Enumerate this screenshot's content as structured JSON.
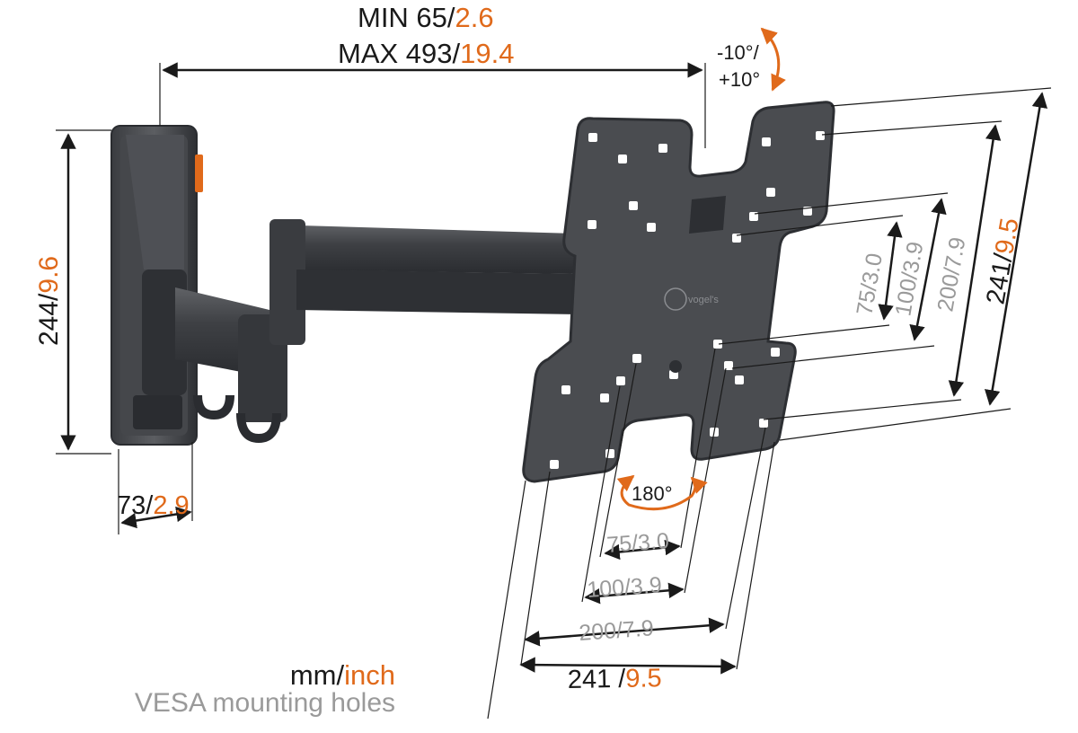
{
  "colors": {
    "dark": "#1a1a1a",
    "orange": "#e06a1b",
    "gray": "#9a9a9a",
    "mount": "#4a4c50",
    "mount_dark": "#2d2f33",
    "mount_light": "#6a6c70"
  },
  "arm_extension": {
    "min_label": "MIN 65/",
    "min_inch": "2.6",
    "max_label": "MAX 493/",
    "max_inch": "19.4"
  },
  "tilt": {
    "minus": "-10°/",
    "plus": "+10°"
  },
  "wall_plate": {
    "height_mm": "244/",
    "height_inch": "9.6",
    "depth_mm": "73/",
    "depth_inch": "2.9"
  },
  "rotation": {
    "label": "180°"
  },
  "vesa_vertical": [
    {
      "mm": "75/",
      "inch": "3.0"
    },
    {
      "mm": "100/",
      "inch": "3.9"
    },
    {
      "mm": "200/",
      "inch": "7.9"
    },
    {
      "mm": "241/",
      "inch": "9.5"
    }
  ],
  "vesa_horizontal": [
    {
      "mm": "75/",
      "inch": "3.0"
    },
    {
      "mm": "100/",
      "inch": "3.9"
    },
    {
      "mm": "200/",
      "inch": "7.9"
    },
    {
      "mm": "241 /",
      "inch": "9.5"
    }
  ],
  "brand": {
    "logo_text": "vogel's"
  },
  "legend": {
    "units_mm": "mm/",
    "units_inch": "inch",
    "caption": "VESA mounting holes"
  }
}
